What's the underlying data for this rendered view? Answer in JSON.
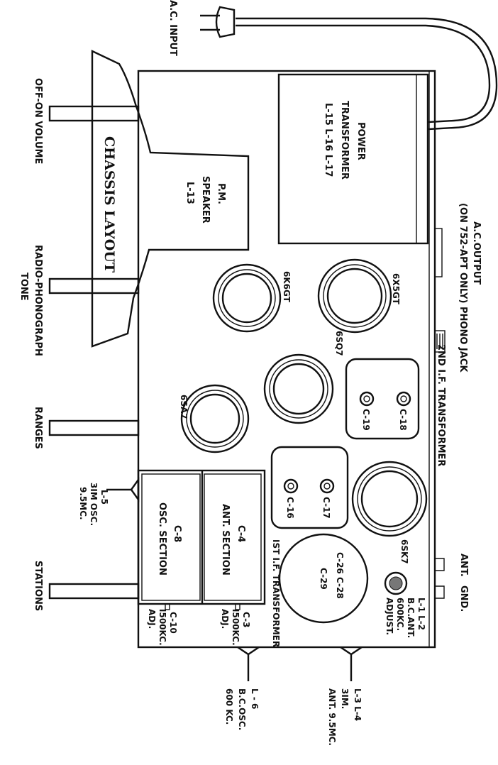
{
  "title": "CHASSIS LAYOUT",
  "components": {
    "power_transformer": [
      "POWER",
      "TRANSFORMER",
      "L-15 L-16 L-17"
    ],
    "speaker": [
      "P.M.",
      "SPEAKER",
      "L-13"
    ],
    "tubes": [
      "6X5GT",
      "6K6GT",
      "6SQ7",
      "6SA7",
      "6SK7"
    ],
    "second_if": "2ND I.F. TRANSFORMER",
    "c18": "C-18",
    "c19": "C-19",
    "first_if": "IST I.F. TRANSFORMER",
    "c16": "C-16",
    "c17": "C-17",
    "filter_caps": [
      "C-26 C-28",
      "C-29"
    ],
    "ant_section": [
      "C-4",
      "ANT. SECTION"
    ],
    "osc_section": [
      "C-8",
      "OSC. SECTION"
    ],
    "c3": [
      "C-3",
      "I500KC.",
      "ADJ."
    ],
    "c10": [
      "C-10",
      "I500KC.",
      "ADJ."
    ],
    "bc_ant": [
      "L-1 L-2",
      "B.C.ANT.",
      "600KC.",
      "ADJUST."
    ]
  },
  "labels": {
    "ac_input": "A.C. INPUT",
    "ac_output": [
      "A.C.OUTPUT",
      "(ON 752-APT ONLY)"
    ],
    "phono_jack": "PHONO JACK",
    "ant": "ANT.",
    "gnd": "GND.",
    "off_on_volume": "OFF-ON VOLUME",
    "radio_phonograph_tone": [
      "RADIO-PHONOGRAPH",
      "TONE"
    ],
    "ranges": "RANGES",
    "l5": [
      "L-5",
      "3IM OSC.",
      "9.5MC."
    ],
    "stations": "STATIONS",
    "l6": [
      "L - 6",
      "B.C.OSC.",
      "600 KC."
    ],
    "l3_l4": [
      "L-3 L-4",
      "3IM.",
      "ANT. 9.5MC."
    ]
  }
}
